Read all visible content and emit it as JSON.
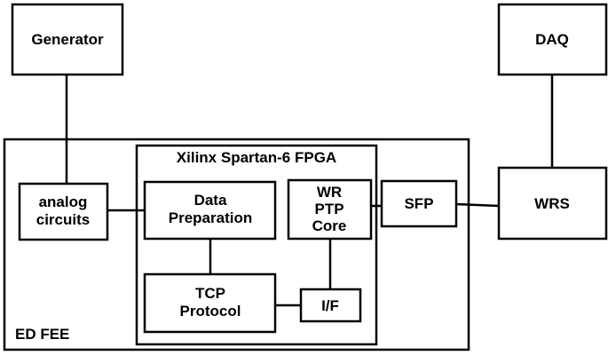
{
  "blocks": {
    "generator": "Generator",
    "daq": "DAQ",
    "analog_line1": "analog",
    "analog_line2": "circuits",
    "fpga": "Xilinx Spartan-6 FPGA",
    "data_prep_line1": "Data",
    "data_prep_line2": "Preparation",
    "wr_line1": "WR",
    "wr_line2": "PTP",
    "wr_line3": "Core",
    "tcp_line1": "TCP",
    "tcp_line2": "Protocol",
    "if": "I/F",
    "sfp": "SFP",
    "wrs": "WRS",
    "ed_fee": "ED FEE"
  }
}
